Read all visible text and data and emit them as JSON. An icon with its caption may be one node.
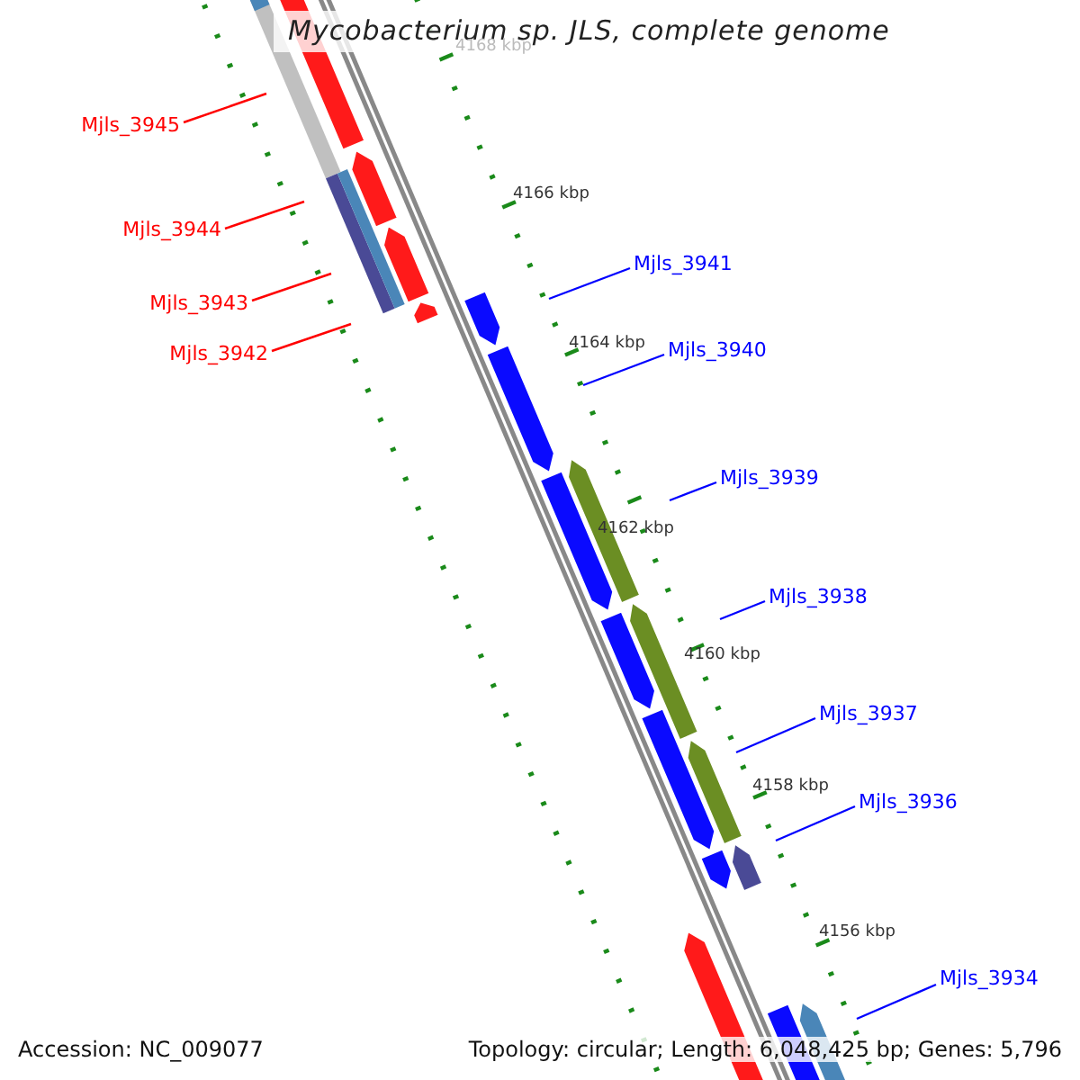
{
  "diagram": {
    "title": "Mycobacterium sp. JLS, complete genome",
    "nodes": [
      {
        "text": [
          "Mjls_3945"
        ]
      },
      {
        "text": [
          "Mjls_3944"
        ]
      },
      {
        "text": [
          "Mjls_3943"
        ]
      },
      {
        "text": [
          "Mjls_3942"
        ]
      },
      {
        "text": [
          "Mjls_3941"
        ]
      },
      {
        "text": [
          "Mjls_3940"
        ]
      },
      {
        "text": [
          "Mjls_3939"
        ]
      },
      {
        "text": [
          "Mjls_3938"
        ]
      },
      {
        "text": [
          "Mjls_3937"
        ]
      },
      {
        "text": [
          "Mjls_3936"
        ]
      },
      {
        "text": [
          "Mjls_3934"
        ]
      }
    ],
    "edges": [
      {
        "from": 0,
        "to": null,
        "arrow": "none",
        "color": "#ff0000"
      },
      {
        "from": 1,
        "to": null,
        "arrow": "none",
        "color": "#ff0000"
      },
      {
        "from": 2,
        "to": null,
        "arrow": "none",
        "color": "#ff0000"
      },
      {
        "from": 3,
        "to": null,
        "arrow": "none",
        "color": "#ff0000"
      },
      {
        "from": 4,
        "to": null,
        "arrow": "none"
      },
      {
        "from": 5,
        "to": null,
        "arrow": "none"
      },
      {
        "from": 6,
        "to": null,
        "arrow": "none"
      },
      {
        "from": 7,
        "to": null,
        "arrow": "none"
      },
      {
        "from": 8,
        "to": null,
        "arrow": "none"
      },
      {
        "from": 9,
        "to": null,
        "arrow": "none"
      },
      {
        "from": 10,
        "to": null,
        "arrow": "none"
      }
    ],
    "labels": [
      "4168 kbp",
      "4166 kbp",
      "4164 kbp",
      "4162 kbp",
      "4160 kbp",
      "4158 kbp",
      "4156 kbp",
      "Accession: NC_009077",
      "Topology: circular; Length: 6,048,425 bp; Genes: 5,796"
    ]
  }
}
